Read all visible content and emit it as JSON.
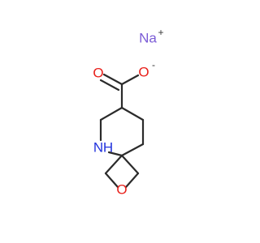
{
  "molecule": {
    "atoms": {
      "na": {
        "label": "Na",
        "color": "#7b5cd6"
      },
      "na_charge": {
        "label": "+",
        "color": "#333333"
      },
      "o_carbonyl": {
        "label": "O",
        "color": "#e8201b"
      },
      "o_minus": {
        "label": "O",
        "color": "#e8201b"
      },
      "o_minus_charge": {
        "label": "-",
        "color": "#333333"
      },
      "n_ring": {
        "label": "N",
        "color": "#2233dd"
      },
      "h_ring": {
        "label": "H",
        "color": "#2233dd"
      },
      "o_oxetane": {
        "label": "O",
        "color": "#e8201b"
      }
    },
    "bond_color": "#2b2b2b"
  }
}
